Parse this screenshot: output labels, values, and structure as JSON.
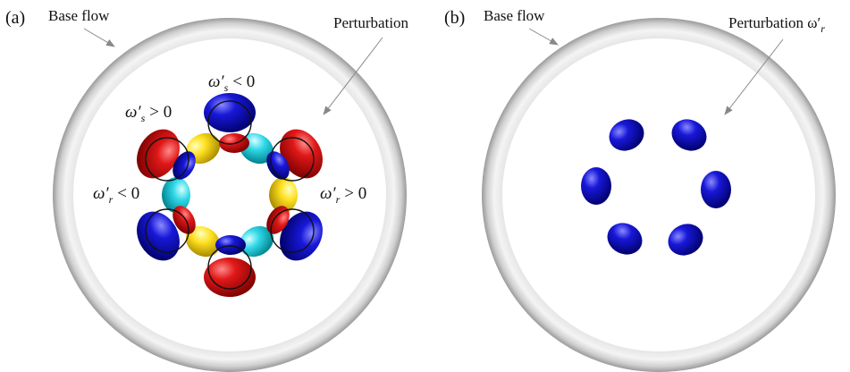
{
  "panels": [
    {
      "panel_label": "(a)",
      "base_flow_label": "Base flow",
      "perturbation_label": "Perturbation",
      "annotations": [
        {
          "symbol": "ω",
          "prime": "′",
          "subscript": "s",
          "relation": "< 0"
        },
        {
          "symbol": "ω",
          "prime": "′",
          "subscript": "s",
          "relation": "> 0"
        },
        {
          "symbol": "ω",
          "prime": "′",
          "subscript": "r",
          "relation": "< 0"
        },
        {
          "symbol": "ω",
          "prime": "′",
          "subscript": "r",
          "relation": "> 0"
        }
      ]
    },
    {
      "panel_label": "(b)",
      "base_flow_label": "Base flow",
      "perturbation_label": "Perturbation ω′",
      "perturbation_subscript": "r"
    }
  ],
  "colors": {
    "ring": "#c8c8c8",
    "red": "#d41010",
    "blue": "#1414c8",
    "yellow": "#ffe020",
    "cyan": "#30d8e8",
    "arrow": "#888888"
  }
}
